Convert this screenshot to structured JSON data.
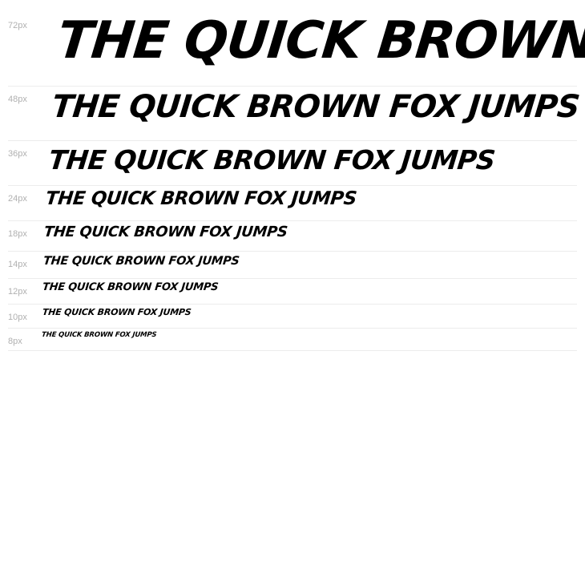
{
  "sample_text": "THE QUICK BROWN FOX JUMPS",
  "rows": [
    {
      "label": "72px"
    },
    {
      "label": "48px"
    },
    {
      "label": "36px"
    },
    {
      "label": "24px"
    },
    {
      "label": "18px"
    },
    {
      "label": "14px"
    },
    {
      "label": "12px"
    },
    {
      "label": "10px"
    },
    {
      "label": "8px"
    }
  ]
}
